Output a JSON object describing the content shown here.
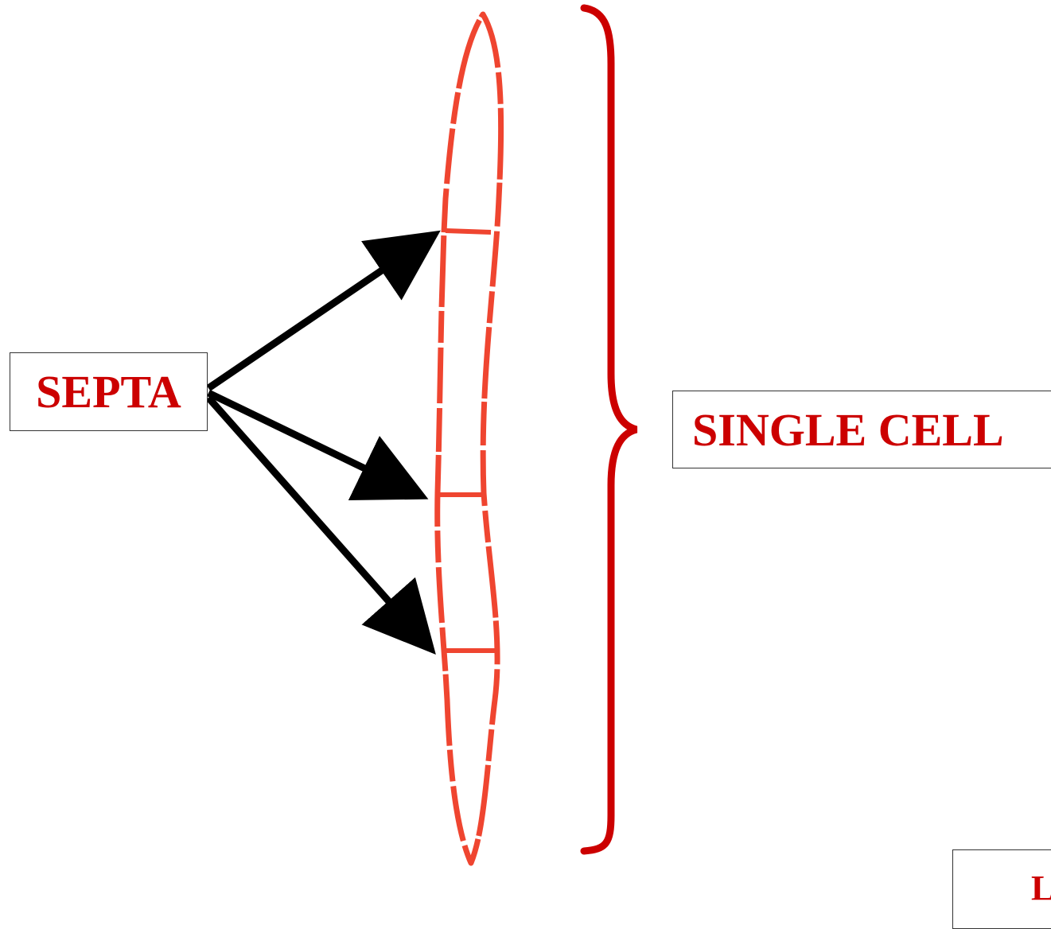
{
  "colors": {
    "cell_outline": "#ef4530",
    "label_text": "#cc0000",
    "brace": "#cc0000",
    "arrow": "#000000",
    "box_border": "#333333"
  },
  "labels": {
    "septa": "SEPTA",
    "single_cell": "SINGLE CELL",
    "partial": "L"
  },
  "septa_count": 3
}
